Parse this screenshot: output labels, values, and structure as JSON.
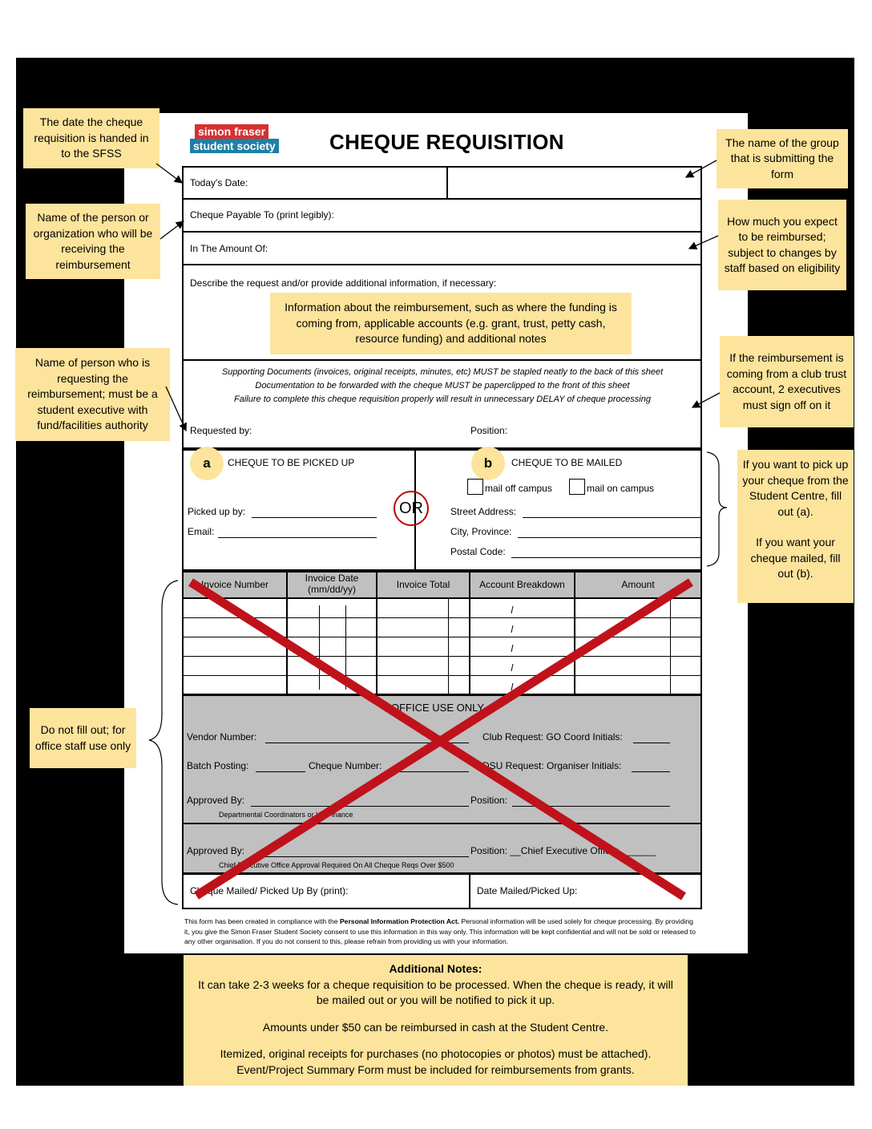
{
  "form": {
    "logo_line1": "simon fraser",
    "logo_line2": "student society",
    "title": "CHEQUE REQUISITION",
    "todays_date": "Today's Date:",
    "payable_to": "Cheque Payable To (print legibly):",
    "amount_of": "In The Amount Of:",
    "describe": "Describe the request and/or provide additional information, if necessary:",
    "supporting_1": "Supporting Documents (invoices, original receipts, minutes, etc) MUST be stapled neatly to the back of this sheet",
    "supporting_2": "Documentation to be forwarded with the cheque MUST be paperclipped to the front of this sheet",
    "supporting_3": "Failure to complete this cheque requisition properly will result in unnecessary DELAY of cheque processing",
    "requested_by": "Requested by:",
    "position": "Position:",
    "pickup": {
      "badge": "a",
      "title": "CHEQUE TO BE PICKED UP",
      "picked_up_by": "Picked up by:",
      "email": "Email:"
    },
    "or": "OR",
    "mailed": {
      "badge": "b",
      "title": "CHEQUE TO BE MAILED",
      "off_campus": "mail off campus",
      "on_campus": "mail on campus",
      "street": "Street Address:",
      "city": "City, Province:",
      "postal": "Postal Code:"
    },
    "invoice_headers": [
      "Invoice Number",
      "Invoice Date (mm/dd/yy)",
      "Invoice Total",
      "Account Breakdown",
      "Amount"
    ],
    "office": {
      "title": "OFFICE USE ONLY",
      "vendor": "Vendor Number:",
      "club": "Club Request: GO Coord Initials:",
      "batch": "Batch Posting:",
      "cheque_number": "Cheque Number:",
      "dsu": "DSU Request: Organiser Initials:",
      "approved_by": "Approved By:",
      "position": "Position:",
      "dept_note": "Departmental Coordinators or VP Finance",
      "approved_by2": "Approved By:",
      "position2": "Position: __Chief Executive Officer_______",
      "ceo_note": "Chief Executive Office Approval Required On All Cheque Reqs Over $500"
    },
    "cheque_mailed": "Cheque Mailed/ Picked Up By (print):",
    "date_mailed": "Date Mailed/Picked Up:",
    "disclaimer_a": "This form has been created in compliance with the ",
    "disclaimer_b": "Personal Information Protection Act.",
    "disclaimer_c": " Personal information will be used solely for cheque processing. By providing it, you give the Simon Fraser Student Society consent to use this information in this way only. This information will be kept confidential and will not be sold or released to any other organisation. If you do not consent to this, please refrain from providing us with your information."
  },
  "callouts": {
    "date": "The date the cheque requisition is handed in to the SFSS",
    "group": "The name of the group that is submitting the form",
    "payee": "Name of the person or organization who will be receiving the reimbursement",
    "amount": "How much you expect to be reimbursed; subject to changes by staff based on eligibility",
    "info": "Information about the reimbursement, such as where the funding is coming from, applicable accounts (e.g. grant, trust, petty cash, resource funding) and additional notes",
    "requester": "Name of person who is requesting the reimbursement; must be a student executive with fund/facilities authority",
    "club_trust": "If the reimbursement is coming from a club trust account, 2 executives must sign off on it",
    "pickup_mail_1": "If you want to pick up your cheque from the Student Centre, fill out (a).",
    "pickup_mail_2": "If you want your cheque mailed, fill out (b).",
    "office_only": "Do not fill out; for office staff use only"
  },
  "notes": {
    "heading": "Additional Notes:",
    "p1": "It can take 2-3 weeks for a cheque requisition to be processed. When the cheque is ready, it will be mailed out or you will be notified to pick it up.",
    "p2": "Amounts under $50 can be reimbursed in cash at the Student Centre.",
    "p3": "Itemized, original receipts for purchases (no photocopies or photos) must be attached). Event/Project Summary Form must be included for reimbursements from grants."
  },
  "colors": {
    "callout": "#fde49c",
    "cross": "#c0121b",
    "logo_red": "#d7312f",
    "logo_blue": "#1f7fa6"
  }
}
